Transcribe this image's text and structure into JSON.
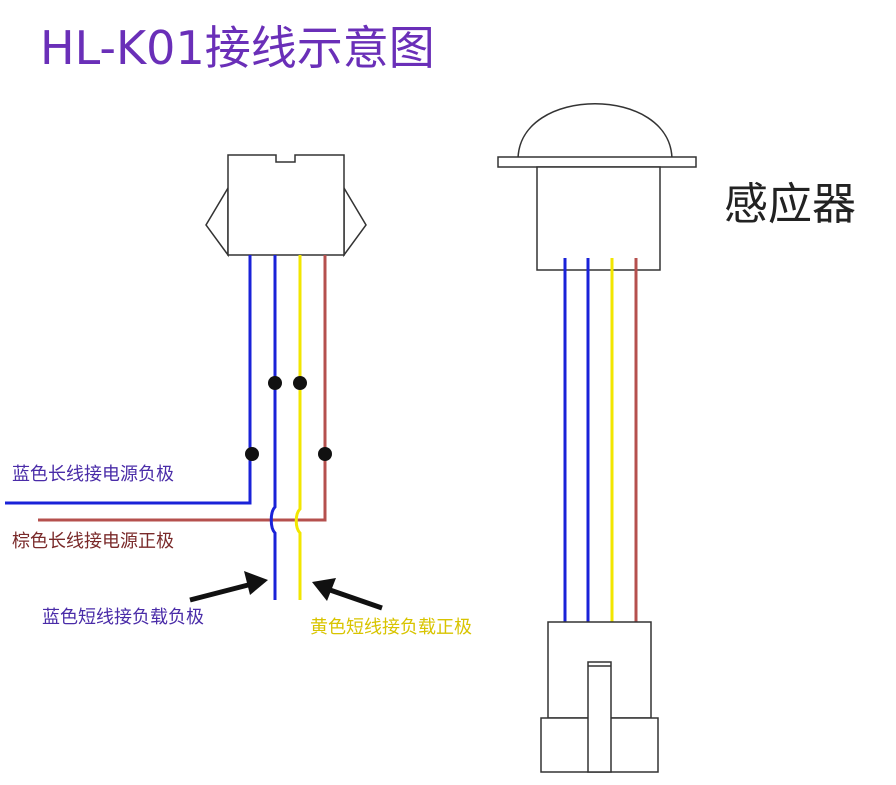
{
  "title": "HL-K01接线示意图",
  "sensor_label": "感应器",
  "labels": {
    "blue_long": "蓝色长线接电源负极",
    "brown_long": "棕色长线接电源正极",
    "blue_short": "蓝色短线接负载负极",
    "yellow_short": "黄色短线接负载正极"
  },
  "wire_colors": {
    "blue": "#1a22d8",
    "yellow": "#f2e600",
    "brown": "#b5504e"
  }
}
